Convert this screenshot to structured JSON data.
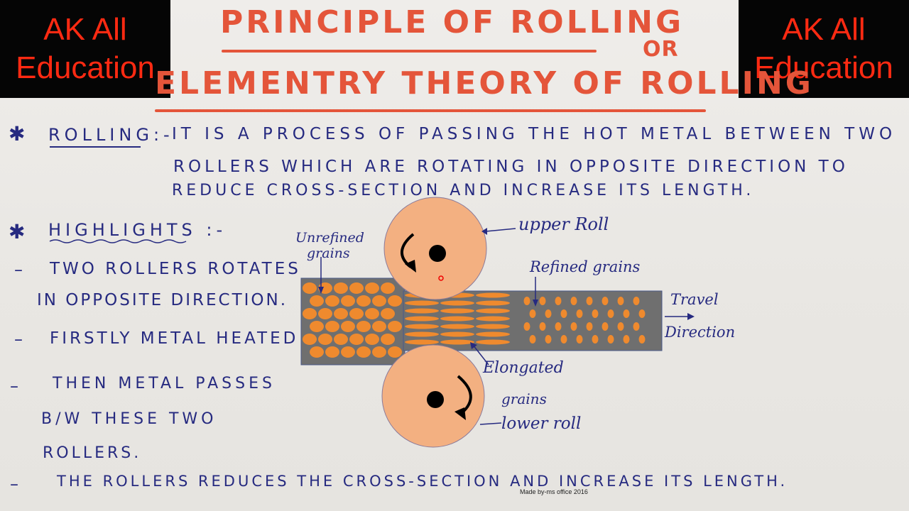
{
  "brand": {
    "line1": "AK All",
    "line2": "Education"
  },
  "titles": {
    "line1": "PRINCIPLE OF ROLLING",
    "or": "OR",
    "line2": "ELEMENTRY THEORY OF ROLLING"
  },
  "notes": {
    "rolling_term": "ROLLING:-",
    "rolling_line1": "IT IS A PROCESS OF PASSING THE HOT METAL BETWEEN TWO",
    "rolling_line2": "ROLLERS WHICH ARE ROTATING IN OPPOSITE DIRECTION TO",
    "rolling_line3": "REDUCE CROSS-SECTION AND INCREASE ITS LENGTH.",
    "highlights_heading": "HIGHLIGHTS :-",
    "point1_line1": "TWO ROLLERS ROTATES",
    "point1_line2": "IN OPPOSITE DIRECTION.",
    "point2": "FIRSTLY METAL HEATED",
    "point3_line1": "THEN METAL PASSES",
    "point3_line2": "B/W THESE TWO",
    "point3_line3": "ROLLERS.",
    "point4": "THE ROLLERS REDUCES THE CROSS-SECTION AND INCREASE ITS LENGTH."
  },
  "diagram_labels": {
    "unrefined_1": "Unrefined",
    "unrefined_2": "grains",
    "upper_roll": "upper Roll",
    "refined": "Refined grains",
    "travel_1": "Travel",
    "travel_2": "Direction",
    "elongated_1": "Elongated",
    "elongated_2": "grains",
    "lower_roll": "lower roll"
  },
  "credit": "Made by-ms office 2016",
  "colors": {
    "brand_red": "#ff2a12",
    "title_red": "#e4553a",
    "ink_blue": "#262a80",
    "roller_fill": "#f3b081",
    "metal_grey": "#6f6f6f",
    "grain_orange": "#ef8a2e"
  }
}
